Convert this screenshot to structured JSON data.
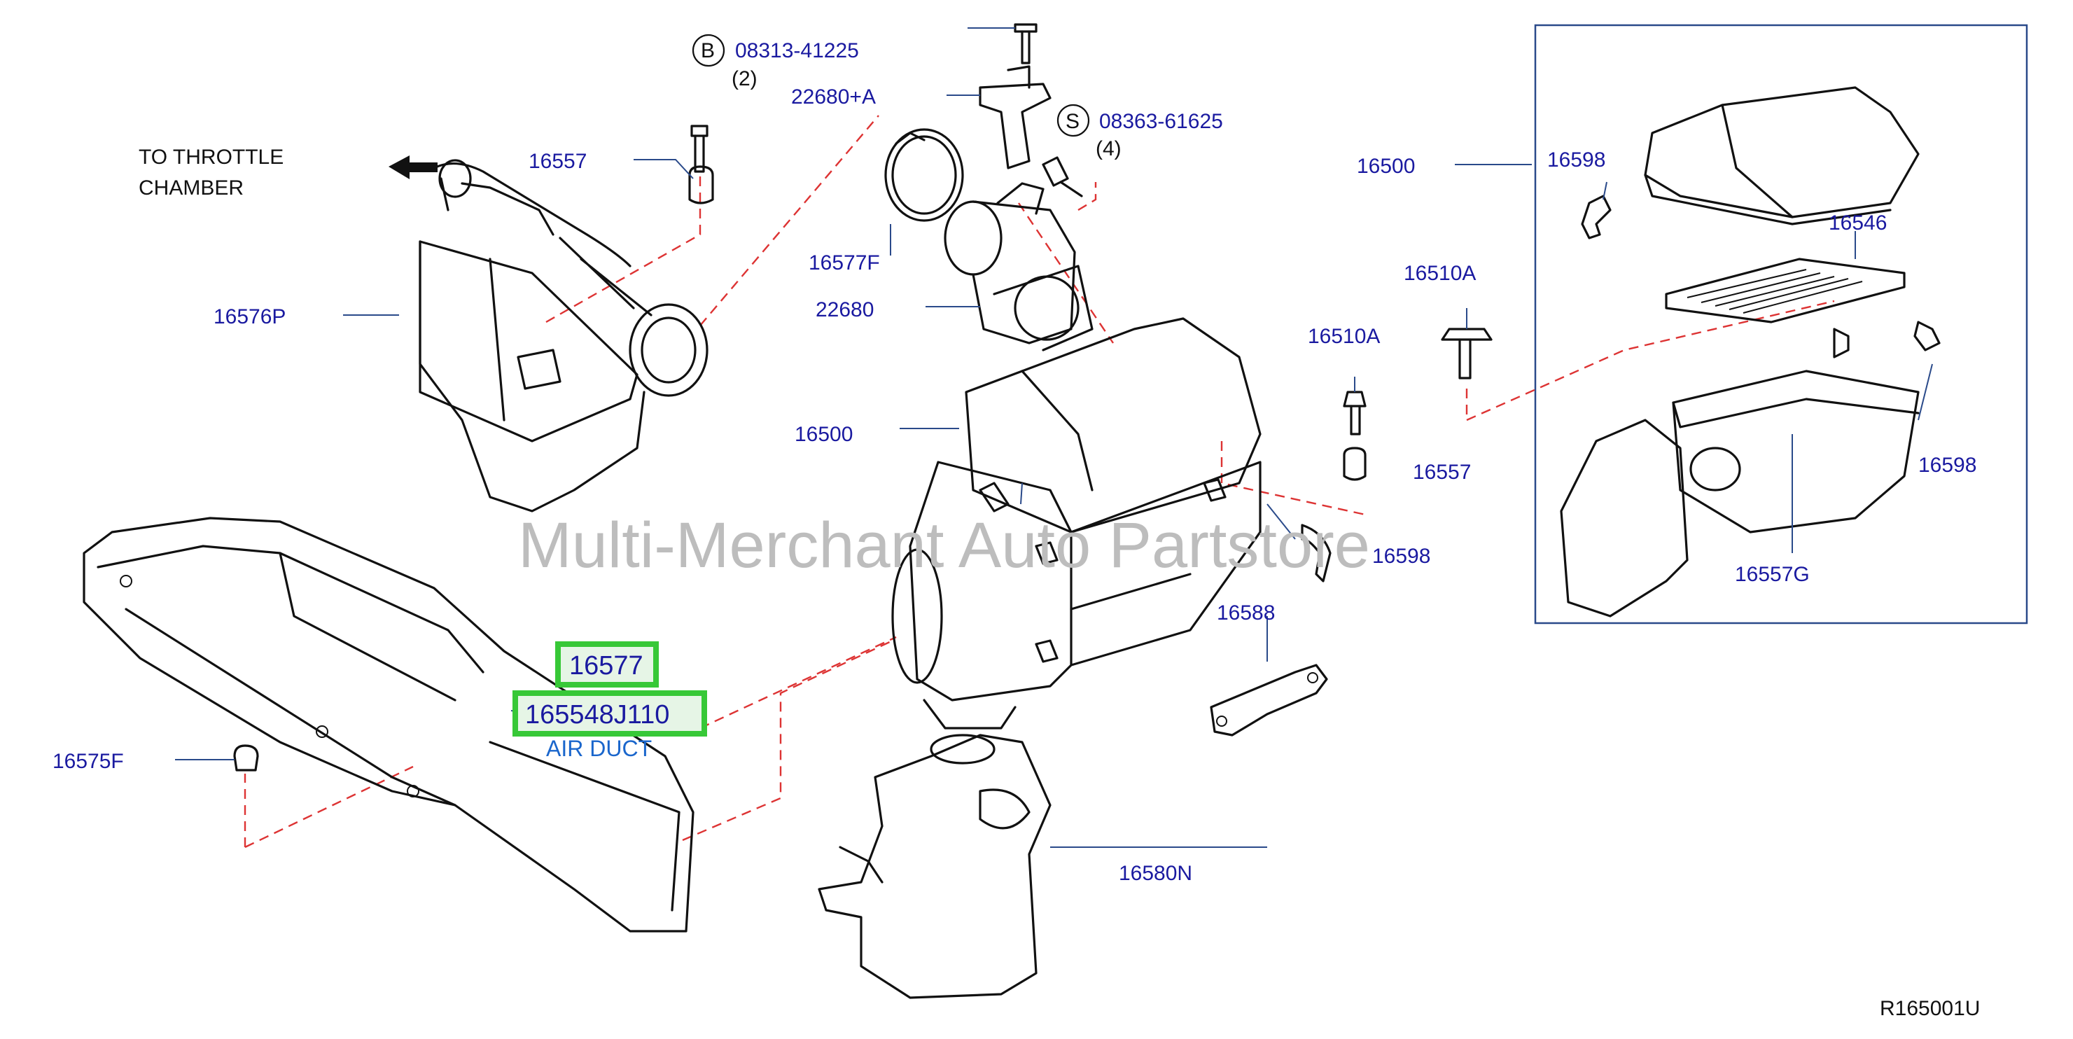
{
  "colors": {
    "label": "#1a1aa0",
    "highlight_border": "#37c837",
    "highlight_fill": "#e6f5e6",
    "air_duct_text": "#1a66cc",
    "dashed_line": "#d33333",
    "watermark": "#bdbdbd"
  },
  "watermark": "Multi-Merchant Auto Partstore",
  "diagram_code": "R165001U",
  "note_throttle": [
    "TO  THROTTLE",
    "CHAMBER"
  ],
  "callouts": {
    "bolt_b": {
      "symbol": "B",
      "part": "08313-41225",
      "qty": "(2)"
    },
    "bolt_s": {
      "symbol": "S",
      "part": "08363-61625",
      "qty": "(4)"
    }
  },
  "labels": {
    "l16557_top": "16557",
    "l16576P": "16576P",
    "l22680A": "22680+A",
    "l16577F": "16577F",
    "l22680": "22680",
    "l16500_mid": "16500",
    "l16510A_1": "16510A",
    "l16510A_2": "16510A",
    "l16557_right": "16557",
    "l16598_mid": "16598",
    "l16588": "16588",
    "l16575F": "16575F",
    "l16580N": "16580N",
    "l16500_box": "16500",
    "l16598_box1": "16598",
    "l16546": "16546",
    "l16598_box2": "16598",
    "l16557G": "16557G"
  },
  "highlighted": {
    "part_16577": "16577",
    "part_oem": "165548J110",
    "part_desc": "AIR DUCT"
  }
}
